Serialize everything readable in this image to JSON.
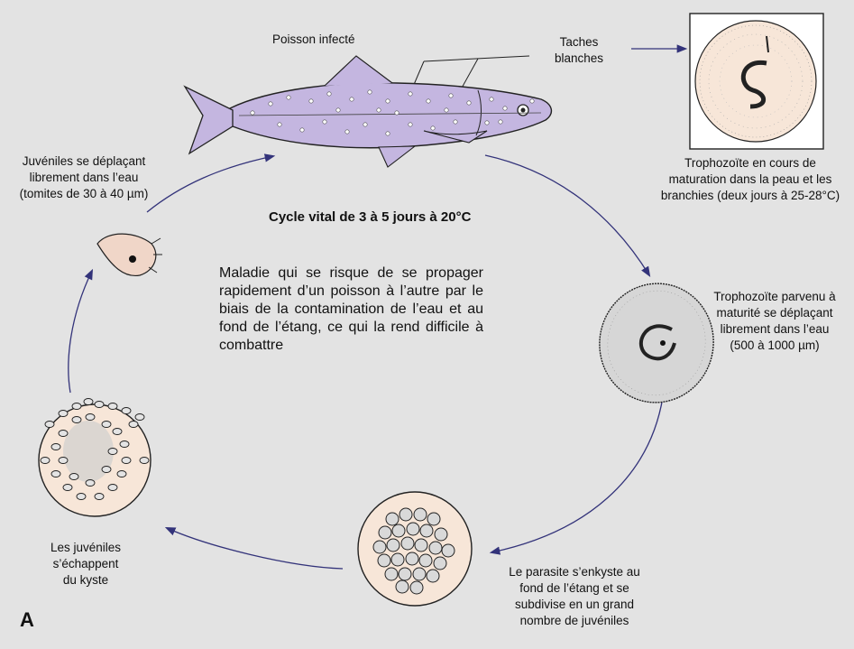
{
  "diagram": {
    "panel_letter": "A",
    "cycle_title": "Cycle vital de 3 à 5 jours à 20°C",
    "description": "Maladie qui se risque de se propager rapidement d’un poisson à l’autre par le biais de la contamination de l’eau et au fond de l’étang, ce qui la rend difficile à combattre",
    "labels": {
      "infected_fish": "Poisson infecté",
      "white_spots": "Taches\nblanches",
      "trophozoite_maturing": "Trophozoïte en cours de\nmaturation dans la peau et les\nbranchies (deux jours à 25-28°C)",
      "trophozoite_mature": "Trophozoïte parvenu à\nmaturité se déplaçant\nlibrement dans l’eau\n(500 à 1000 µm)",
      "encysted": "Le parasite s’enkyste au\nfond de l’étang et se\nsubdivise en un grand\nnombre de juvéniles",
      "juveniles_escape": "Les juvéniles\ns’échappent\ndu kyste",
      "juveniles_free": "Juvéniles se déplaçant\nlibrement dans l’eau\n(tomites de 30 à 40 µm)"
    },
    "colors": {
      "background": "#e3e3e3",
      "fish_body": "#c4b6e0",
      "circle_fill": "#f7e6d8",
      "arrow": "#33337a"
    }
  }
}
